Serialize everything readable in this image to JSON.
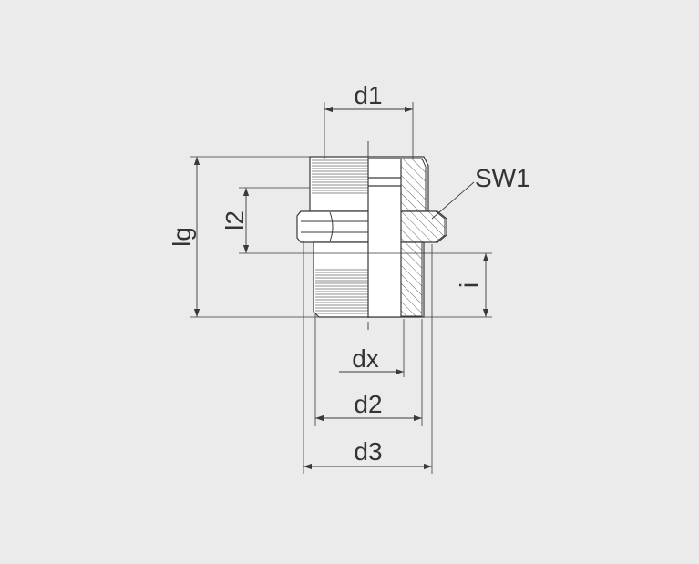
{
  "colors": {
    "background": "#ebebeb",
    "line": "#3a3a3a",
    "hatch": "#555555",
    "body_fill": "#ffffff"
  },
  "labels": {
    "d1": "d1",
    "sw1": "SW1",
    "lg": "lg",
    "l2": "l2",
    "i": "i",
    "dx": "dx",
    "d2": "d2",
    "d3": "d3"
  }
}
